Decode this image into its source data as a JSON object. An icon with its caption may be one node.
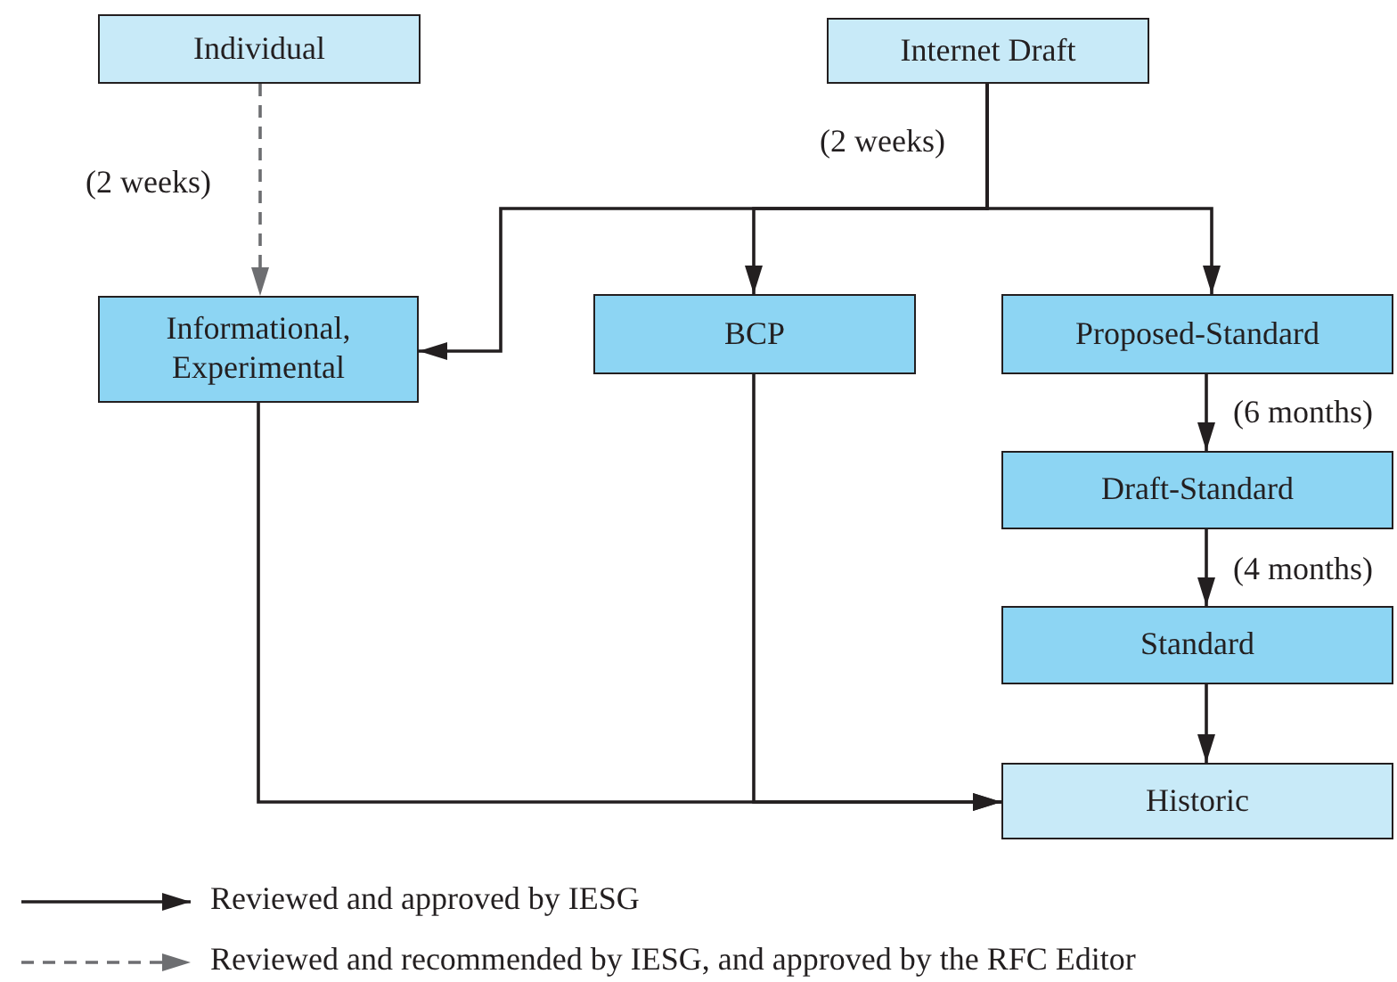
{
  "diagram": {
    "nodes": [
      {
        "text": [
          "Individual"
        ]
      },
      {
        "text": [
          "Internet Draft"
        ]
      },
      {
        "text": [
          "Informational, Experimental"
        ]
      },
      {
        "text": [
          "BCP"
        ]
      },
      {
        "text": [
          "Proposed-Standard"
        ]
      },
      {
        "text": [
          "Draft-Standard"
        ]
      },
      {
        "text": [
          "Standard"
        ]
      },
      {
        "text": [
          "Historic"
        ]
      }
    ],
    "edges": [
      {
        "from": 0,
        "to": 2,
        "arrow": "to",
        "label": "(2 weeks)",
        "style": "dashed",
        "color": "#6d6e71"
      },
      {
        "from": 1,
        "to": 2,
        "arrow": "to",
        "label": "(2 weeks)"
      },
      {
        "from": 1,
        "to": 3,
        "arrow": "to"
      },
      {
        "from": 1,
        "to": 4,
        "arrow": "to"
      },
      {
        "from": 4,
        "to": 5,
        "arrow": "to",
        "label": "(6 months)"
      },
      {
        "from": 5,
        "to": 6,
        "arrow": "to",
        "label": "(4 months)"
      },
      {
        "from": 6,
        "to": 7,
        "arrow": "to"
      },
      {
        "from": 2,
        "to": 7,
        "arrow": "to"
      },
      {
        "from": 3,
        "to": 7,
        "arrow": "to"
      }
    ],
    "legend": [
      {
        "text": "Reviewed and approved by IESG"
      },
      {
        "text": "Reviewed and recommended by IESG, and approved by the RFC Editor"
      }
    ]
  }
}
